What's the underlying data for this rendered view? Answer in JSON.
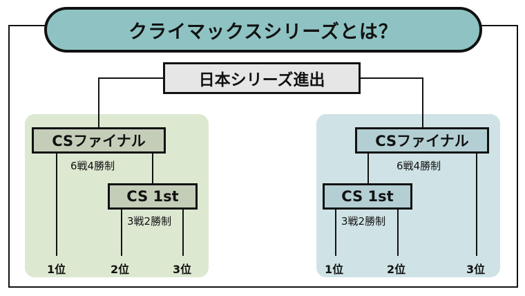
{
  "title": "クライマックスシリーズとは？",
  "top_box": "日本シリーズ進出",
  "left_bracket": {
    "final_label": "CSファイナル",
    "final_format": "6戦4勝制",
    "first_label": "CS 1st",
    "first_format": "3戦2勝制",
    "ranks": [
      "1位",
      "2位",
      "3位"
    ]
  },
  "right_bracket": {
    "final_label": "CSファイナル",
    "final_format": "6戦4勝制",
    "first_label": "CS 1st",
    "first_format": "3戦2勝制",
    "ranks": [
      "1位",
      "2位",
      "3位"
    ]
  },
  "colors": {
    "title_bg": "#8fc3c3",
    "left_panel": "#dde8d1",
    "right_panel": "#cfe3e6",
    "left_box": "#c4cdb8",
    "right_box": "#b3cfd3"
  }
}
